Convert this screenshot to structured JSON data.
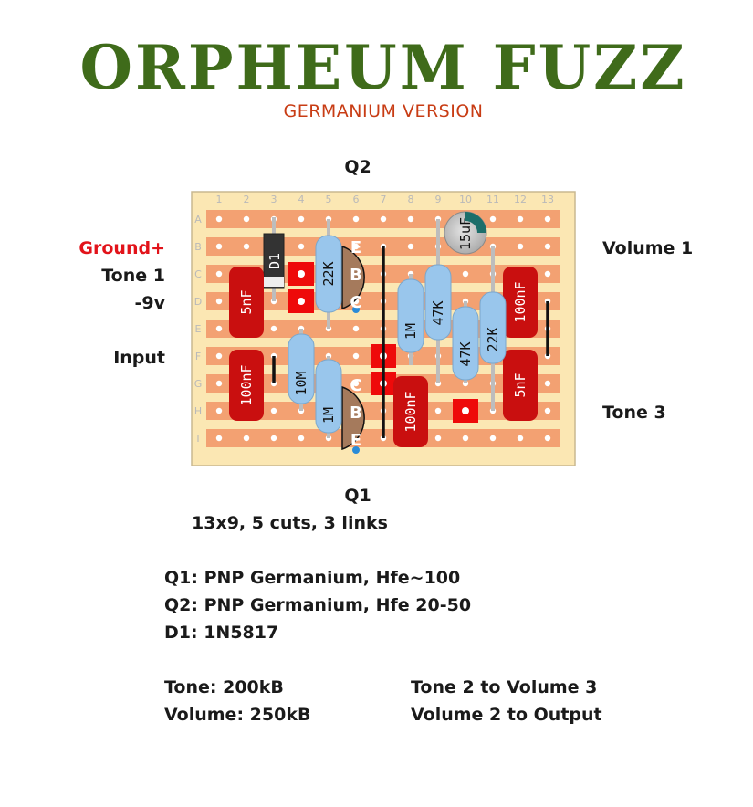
{
  "title": "ORPHEUM FUZZ",
  "subtitle": "GERMANIUM VERSION",
  "board": {
    "columns": [
      "1",
      "2",
      "3",
      "4",
      "5",
      "6",
      "7",
      "8",
      "9",
      "10",
      "11",
      "12",
      "13"
    ],
    "rows": [
      "A",
      "B",
      "C",
      "D",
      "E",
      "F",
      "G",
      "H",
      "I"
    ]
  },
  "labels": {
    "q2": "Q2",
    "q1": "Q1",
    "ground": "Ground+",
    "tone1": "Tone 1",
    "neg9v": "-9v",
    "input": "Input",
    "volume1": "Volume 1",
    "tone3": "Tone 3"
  },
  "components": {
    "d1": "D1",
    "c_5nf_left": "5nF",
    "c_100nf_left": "100nF",
    "c_100nf_mid": "100nF",
    "c_100nf_right": "100nF",
    "c_5nf_right": "5nF",
    "r_22k_top": "22K",
    "r_10m": "10M",
    "r_1m_bottom": "1M",
    "r_1m_mid": "1M",
    "r_47k_top": "47K",
    "r_47k_bottom": "47K",
    "r_22k_right": "22K",
    "c_15uf": "15uF",
    "q2_pins": [
      "E",
      "B",
      "C"
    ],
    "q1_pins": [
      "C",
      "B",
      "E"
    ]
  },
  "notes": {
    "size": "13x9, 5 cuts, 3 links",
    "q1": "Q1: PNP Germanium, Hfe~100",
    "q2": "Q2: PNP Germanium, Hfe 20-50",
    "d1": "D1: 1N5817",
    "tone": "Tone: 200kB",
    "volume": "Volume: 250kB",
    "tone_link": "Tone 2 to Volume 3",
    "volume_link": "Volume 2 to Output"
  }
}
